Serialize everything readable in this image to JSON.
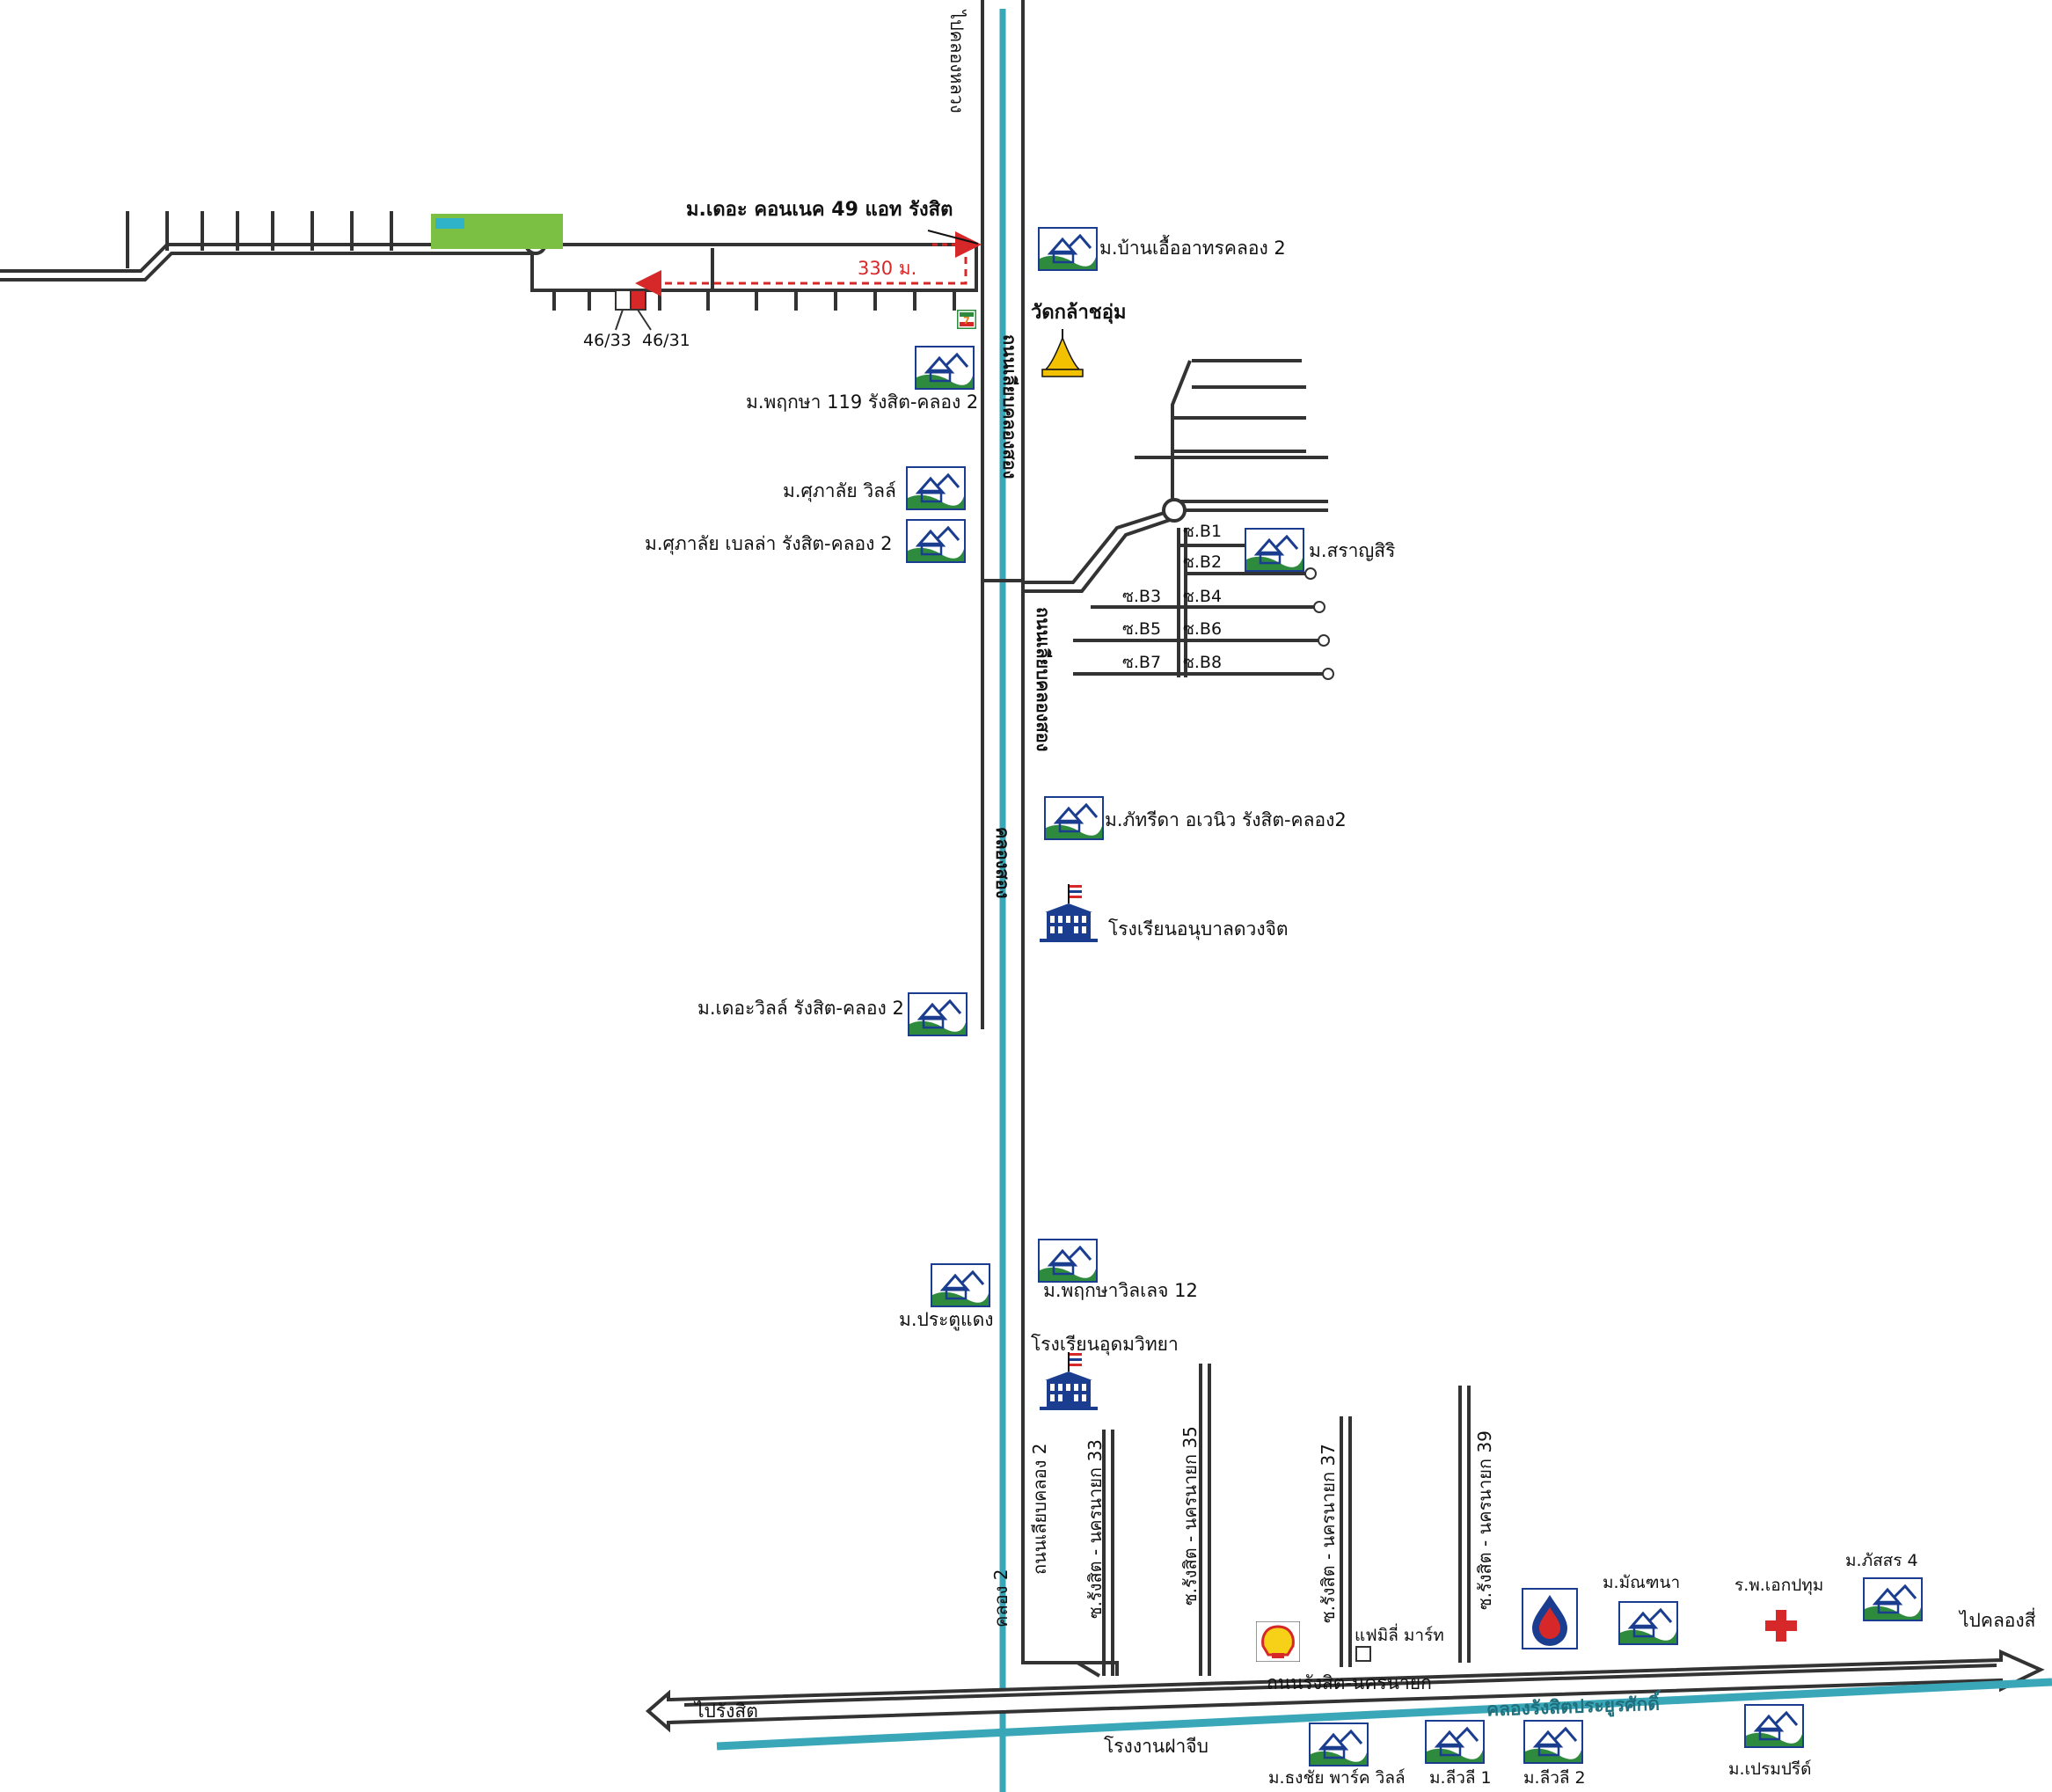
{
  "header": {
    "pin_label": "ม.เดอะ คอนเนค 49 แอท รังสิต",
    "distance_label": "330 ม."
  },
  "plots": [
    "46/33",
    "46/31"
  ],
  "roads": {
    "main_vertical_top": "ไปคลองหลวง",
    "main_vertical_name_1": "ถนนเลียบคลองสอง",
    "main_vertical_name_2": "ถนนเลียบคลองสอง",
    "canal_west": "คลองสอง",
    "canal_2": "คลอง 2",
    "road_liap_khlong_2": "ถนนเลียบคลอง 2",
    "soi_33": "ซ.รังสิต - นครนายก 33",
    "soi_35": "ซ.รังสิต - นครนายก 35",
    "soi_37": "ซ.รังสิต - นครนายก 37",
    "soi_39": "ซ.รังสิต - นครนายก 39",
    "main_horizontal": "ถนนรังสิต-นครนายก",
    "canal_main": "คลองรังสิตประยูรศักดิ์",
    "to_rangsit": "ไปรังสิต",
    "to_khlong_4": "ไปคลองสี่"
  },
  "sois": [
    "ซ.B1",
    "ซ.B2",
    "ซ.B3",
    "ซ.B4",
    "ซ.B5",
    "ซ.B6",
    "ซ.B7",
    "ซ.B8"
  ],
  "places": {
    "ban_ua_athon": "ม.บ้านเอื้ออาทรคลอง 2",
    "wat": "วัดกล้าชอุ่ม",
    "phruksa_119": "ม.พฤกษา 119 รังสิต-คลอง 2",
    "supalai_ville": "ม.ศุภาลัย วิลล์",
    "supalai_bella": "ม.ศุภาลัย เบลล่า รังสิต-คลอง 2",
    "saransiri": "ม.สราญสิริ",
    "pattarida": "ม.ภัทรีดา อเวนิว รังสิต-คลอง2",
    "school_duangjit": "โรงเรียนอนุบาลดวงจิต",
    "the_ville": "ม.เดอะวิลล์ รังสิต-คลอง 2",
    "phruksa_12": "ม.พฤกษาวิลเลจ 12",
    "pratu_daeng": "ม.ประตูแดง",
    "school_udom": "โรงเรียนอุดมวิทยา",
    "family_mart": "แฟมิลี่ มาร์ท",
    "mantana": "ม.มัณฑนา",
    "hospital": "ร.พ.เอกปทุม",
    "passorn_4": "ม.ภัสสร 4",
    "factory": "โรงงานฝาจีบ",
    "thongchai": "ม.ธงชัย พาร์ค วิลล์",
    "lili_1": "ม.ลีวลี 1",
    "lili_2": "ม.ลีวลี 2",
    "premprecha": "ม.เปรมปรีด์"
  },
  "icons": [
    "house-icon",
    "temple-icon",
    "school-icon",
    "seven-eleven-icon",
    "shell-icon",
    "ptt-icon",
    "hospital-cross-icon"
  ],
  "colors": {
    "canal": "#3aa7b8",
    "road": "#333333",
    "park": "#7bc043",
    "pool": "#2fb3c9",
    "distance": "#d62828",
    "house_bg": "#2e8b3d",
    "temple": "#f2c200"
  }
}
